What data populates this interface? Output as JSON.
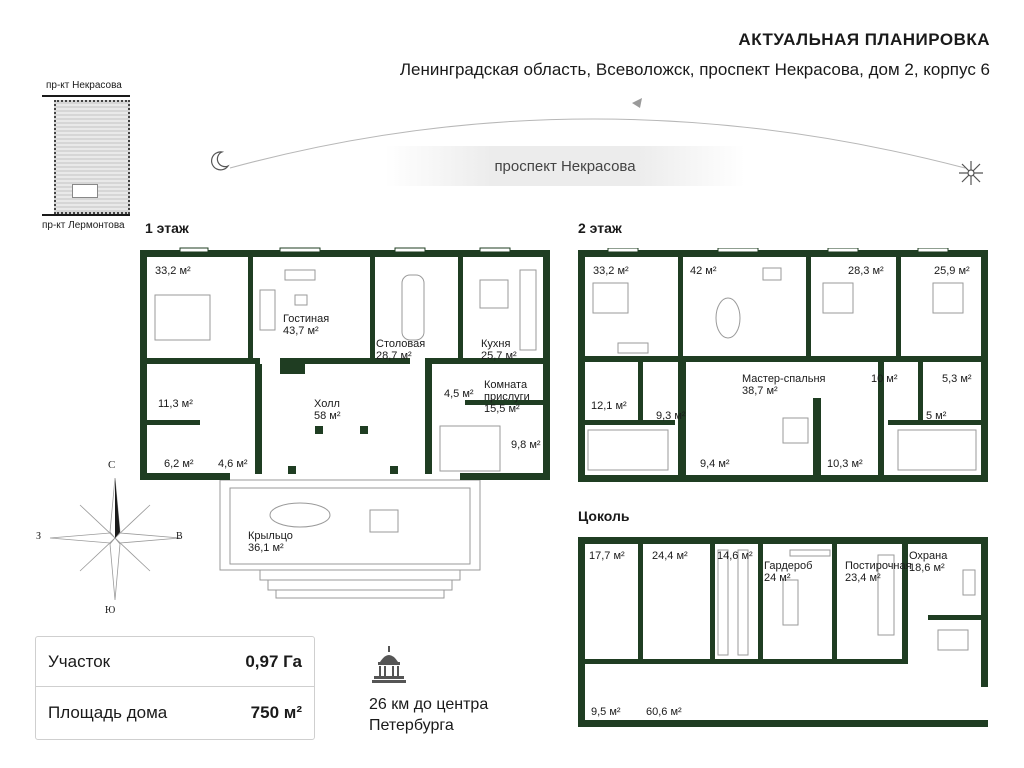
{
  "header": {
    "title": "АКТУАЛЬНАЯ ПЛАНИРОВКА",
    "address": "Ленинградская область, Всеволожск, проспект Некрасова, дом 2, корпус 6"
  },
  "site_map": {
    "top_street": "пр-кт Некрасова",
    "bottom_street": "пр-кт Лермонтова"
  },
  "orientation": {
    "street": "проспект Некрасова",
    "moon_icon": "moon-icon",
    "sun_icon": "sun-icon"
  },
  "compass": {
    "north": "С",
    "south": "Ю",
    "west": "З",
    "east": "В"
  },
  "floors": {
    "first": {
      "title": "1 этаж",
      "rooms": [
        {
          "name": "",
          "area": "33,2 м²"
        },
        {
          "name": "Гостиная",
          "area": "43,7 м²"
        },
        {
          "name": "Столовая",
          "area": "28,7 м²"
        },
        {
          "name": "Кухня",
          "area": "25,7 м²"
        },
        {
          "name": "",
          "area": "11,3 м²"
        },
        {
          "name": "Холл",
          "area": "58 м²"
        },
        {
          "name": "",
          "area": "4,5 м²"
        },
        {
          "name": "Комната прислуги",
          "area": "15,5 м²"
        },
        {
          "name": "",
          "area": "9,8 м²"
        },
        {
          "name": "",
          "area": "6,2 м²"
        },
        {
          "name": "",
          "area": "4,6 м²"
        },
        {
          "name": "Крыльцо",
          "area": "36,1 м²"
        }
      ]
    },
    "second": {
      "title": "2 этаж",
      "rooms": [
        {
          "name": "",
          "area": "33,2 м²"
        },
        {
          "name": "",
          "area": "42 м²"
        },
        {
          "name": "",
          "area": "28,3 м²"
        },
        {
          "name": "",
          "area": "25,9 м²"
        },
        {
          "name": "Мастер-спальня",
          "area": "38,7 м²"
        },
        {
          "name": "",
          "area": "10 м²"
        },
        {
          "name": "",
          "area": "5,3 м²"
        },
        {
          "name": "",
          "area": "12,1 м²"
        },
        {
          "name": "",
          "area": "9,3 м²"
        },
        {
          "name": "",
          "area": "5 м²"
        },
        {
          "name": "",
          "area": "9,4 м²"
        },
        {
          "name": "",
          "area": "10,3 м²"
        }
      ]
    },
    "basement": {
      "title": "Цоколь",
      "rooms": [
        {
          "name": "",
          "area": "17,7 м²"
        },
        {
          "name": "",
          "area": "24,4 м²"
        },
        {
          "name": "",
          "area": "14,6 м²"
        },
        {
          "name": "Гардероб",
          "area": "24 м²"
        },
        {
          "name": "Постирочная",
          "area": "23,4 м²"
        },
        {
          "name": "Охрана",
          "area": "18,6 м²"
        },
        {
          "name": "",
          "area": "9,5 м²"
        },
        {
          "name": "",
          "area": "60,6 м²"
        }
      ]
    }
  },
  "summary": {
    "plot_label": "Участок",
    "plot_value": "0,97 Га",
    "area_label": "Площадь дома",
    "area_value": "750 м²"
  },
  "distance": {
    "line1": "26 км до центра",
    "line2": "Петербурга",
    "icon": "landmark-dome-icon"
  },
  "colors": {
    "wall": "#1f3d22",
    "text": "#1a1a1a",
    "border": "#cfcfcf"
  }
}
